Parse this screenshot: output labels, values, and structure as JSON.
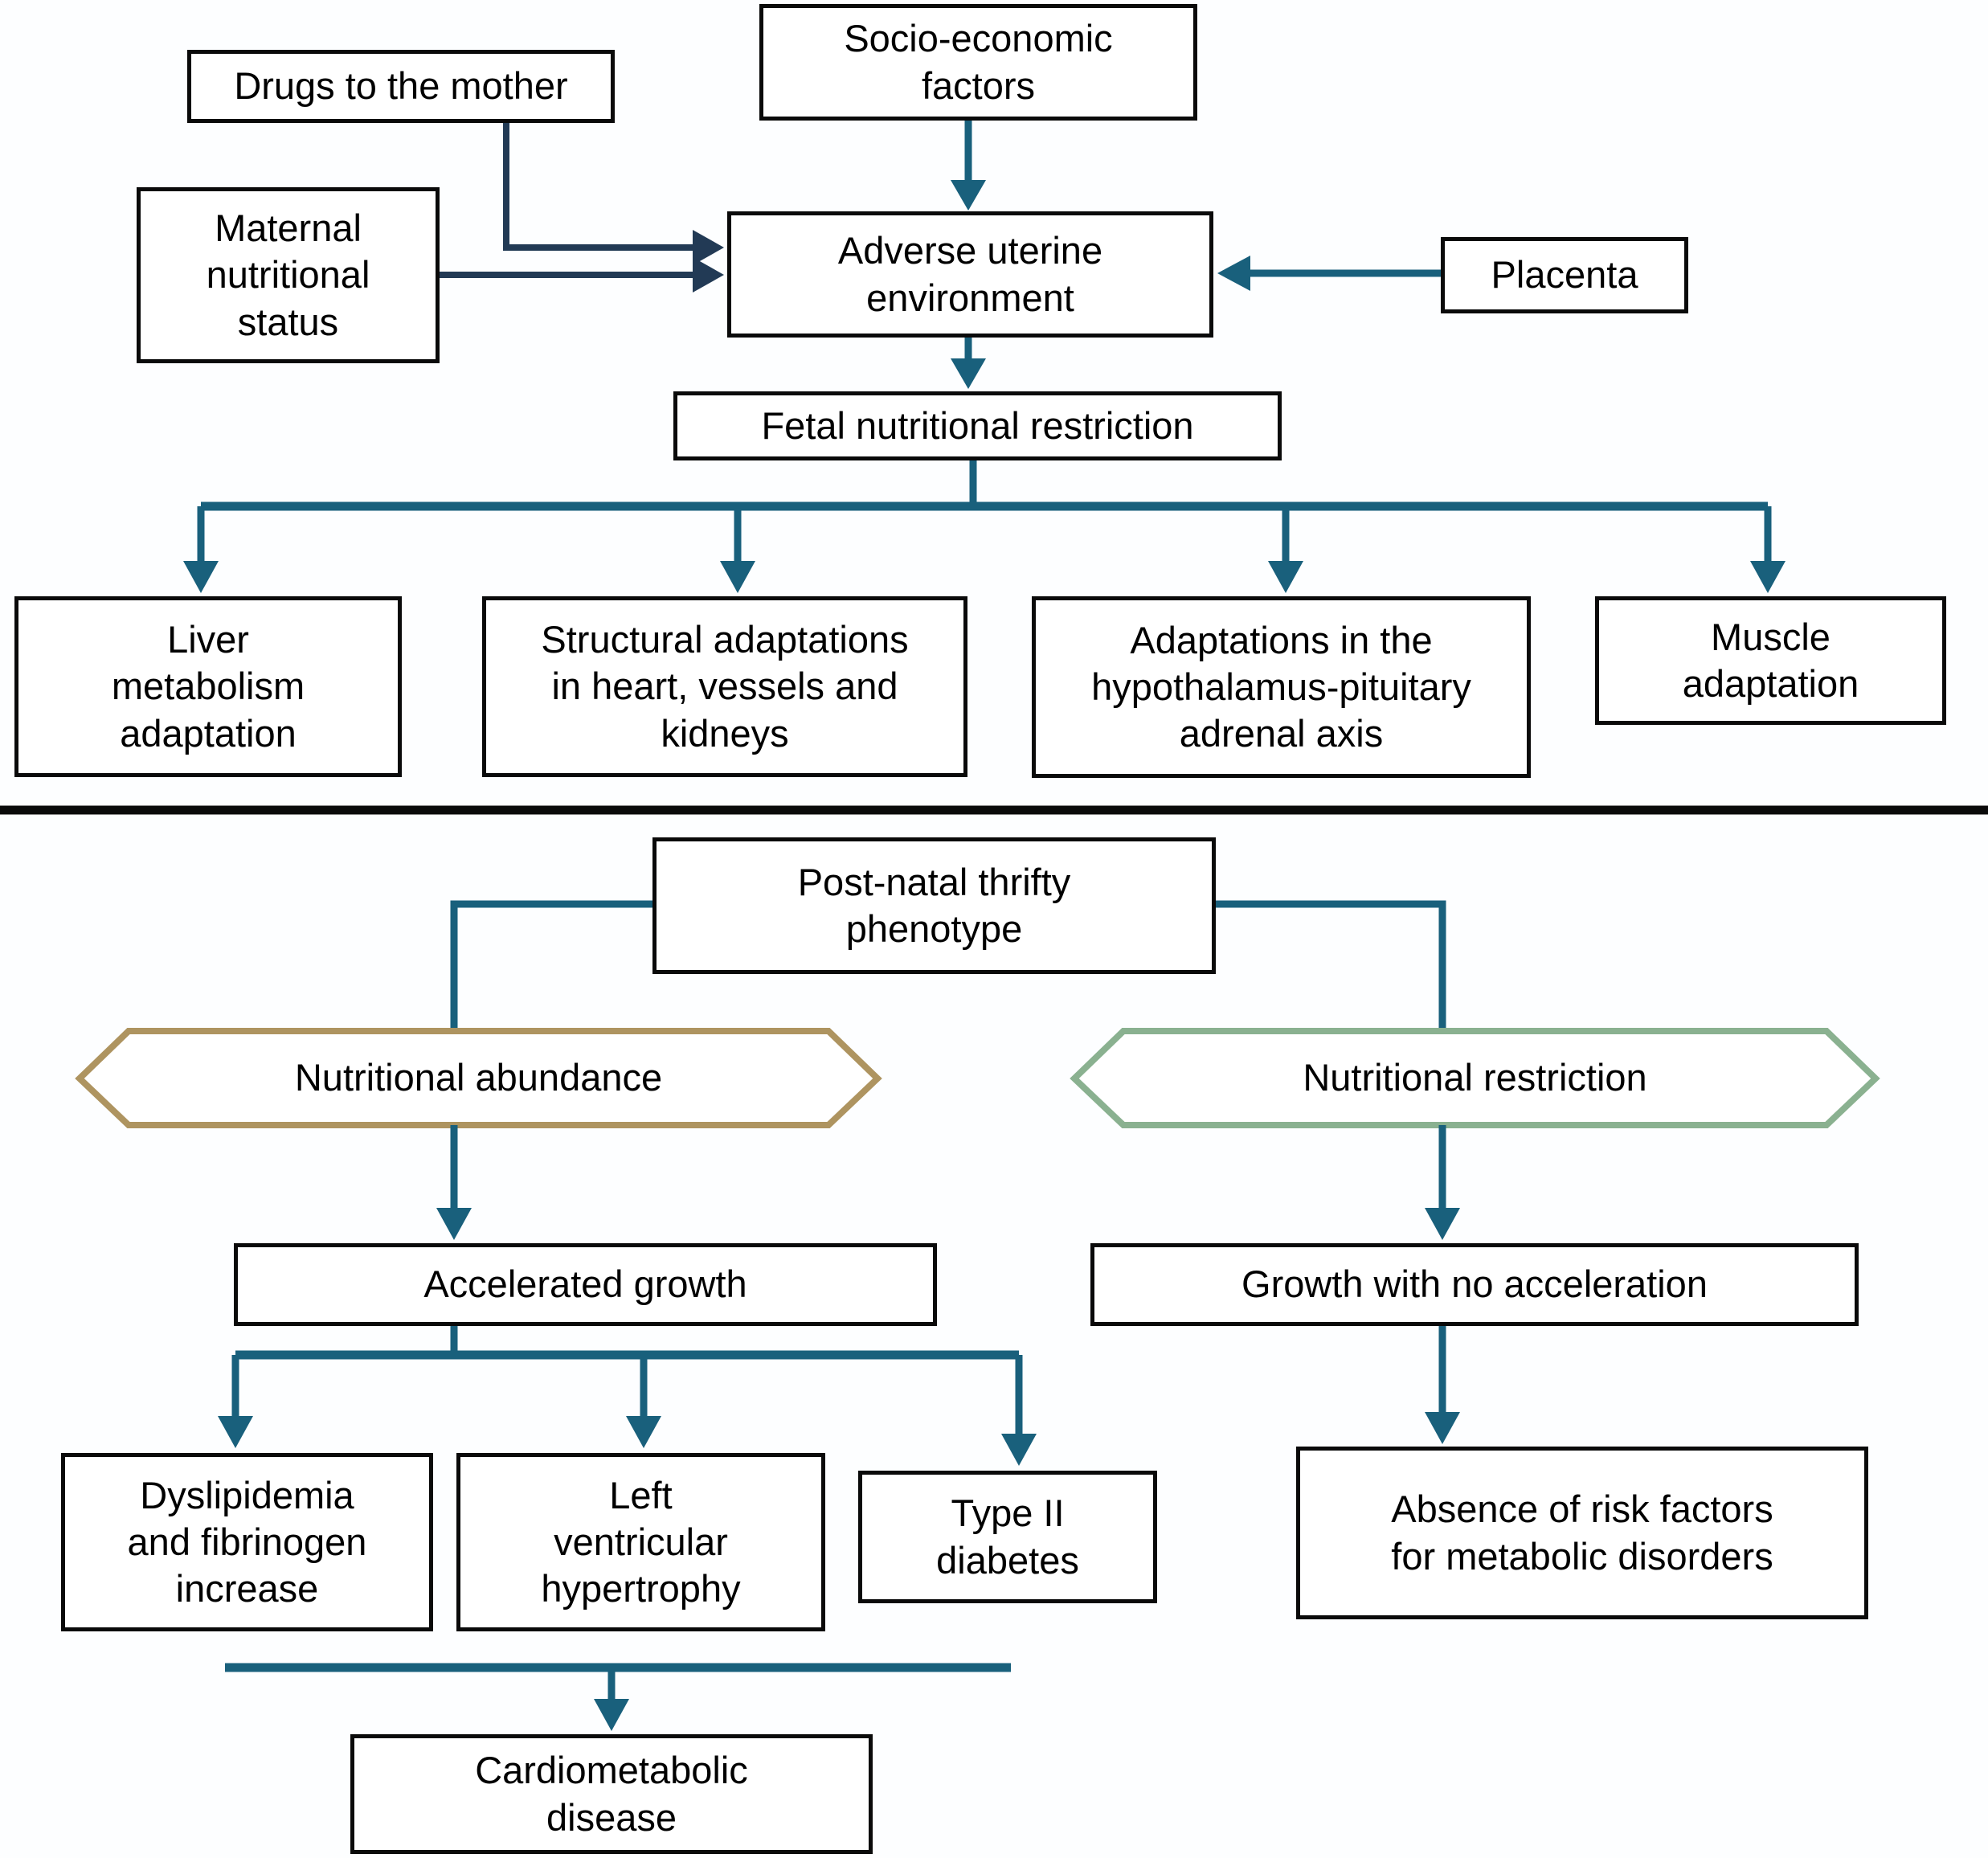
{
  "diagram_title": "Fetal programming flowchart",
  "colors": {
    "teal": "#19607c",
    "navy": "#223a55",
    "tan": "#ae9460",
    "green": "#8ab190",
    "black": "#0a0a0a",
    "white": "#ffffff",
    "background": "#fdfeff"
  },
  "nodes": {
    "socio": {
      "label": "Socio-economic\nfactors"
    },
    "drugs": {
      "label": "Drugs to the mother"
    },
    "maternal": {
      "label": "Maternal\nnutritional\nstatus"
    },
    "adverse": {
      "label": "Adverse uterine\nenvironment"
    },
    "placenta": {
      "label": "Placenta"
    },
    "fetal": {
      "label": "Fetal nutritional restriction"
    },
    "liver": {
      "label": "Liver\nmetabolism\nadaptation"
    },
    "structural": {
      "label": "Structural adaptations\nin heart, vessels and\nkidneys"
    },
    "hpa": {
      "label": "Adaptations in the\nhypothalamus-pituitary\nadrenal axis"
    },
    "muscle": {
      "label": "Muscle\nadaptation"
    },
    "postnatal": {
      "label": "Post-natal thrifty\nphenotype"
    },
    "abundance": {
      "label": "Nutritional abundance"
    },
    "restriction": {
      "label": "Nutritional restriction"
    },
    "accelerated": {
      "label": "Accelerated growth"
    },
    "noaccel": {
      "label": "Growth with no acceleration"
    },
    "dyslipidemia": {
      "label": "Dyslipidemia\nand fibrinogen\nincrease"
    },
    "lvh": {
      "label": "Left\nventricular\nhypertrophy"
    },
    "type2": {
      "label": "Type II\ndiabetes"
    },
    "absence": {
      "label": "Absence of risk factors\nfor metabolic disorders"
    },
    "cardio": {
      "label": "Cardiometabolic\ndisease"
    }
  }
}
